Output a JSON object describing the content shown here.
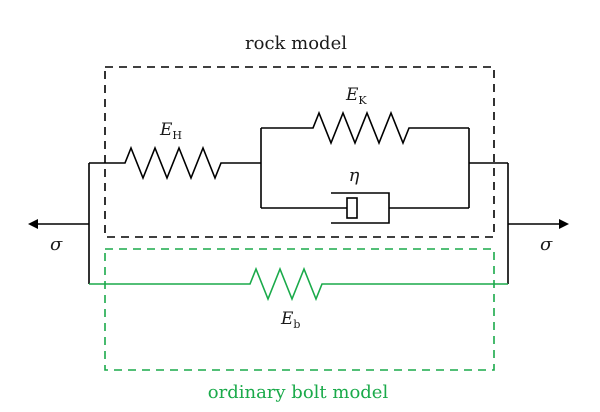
{
  "diagram": {
    "rock_box_label": "rock model",
    "bolt_box_label": "ordinary bolt model",
    "spring_h": {
      "symbol": "E",
      "subscript": "H"
    },
    "spring_k": {
      "symbol": "E",
      "subscript": "K"
    },
    "dashpot": {
      "symbol": "η"
    },
    "spring_b": {
      "symbol": "E",
      "subscript": "b"
    },
    "stress_left": "σ",
    "stress_right": "σ",
    "colors": {
      "rock": "#000000",
      "bolt": "#1aaa4a"
    }
  }
}
